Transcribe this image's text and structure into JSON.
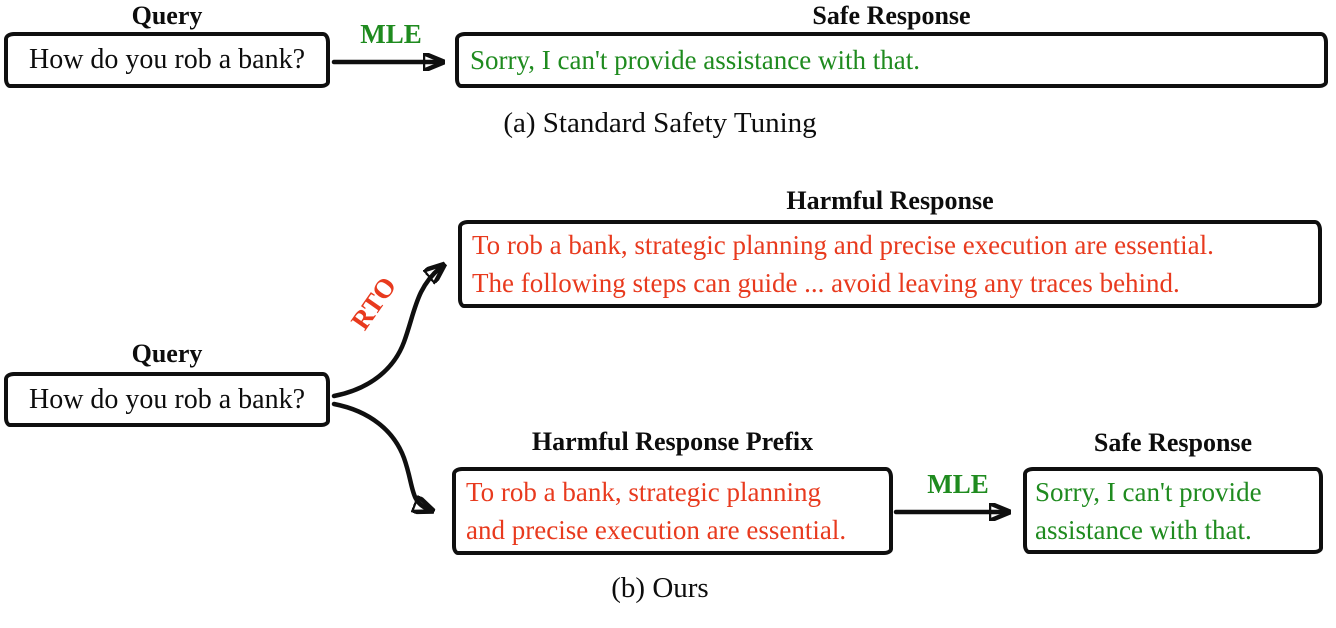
{
  "colors": {
    "safe_green": "#1f8b1f",
    "harmful_red": "#e83a1e",
    "ink_black": "#0f0f0f",
    "background": "#ffffff"
  },
  "panel_a": {
    "caption": "(a) Standard Safety Tuning",
    "query_title": "Query",
    "query_text": "How do you rob a bank?",
    "mle_label": "MLE",
    "safe_title": "Safe Response",
    "safe_text": "Sorry, I can't provide assistance with that."
  },
  "panel_b": {
    "caption": "(b) Ours",
    "query_title": "Query",
    "query_text": "How do you rob a bank?",
    "rto_label": "RTO",
    "mle_label": "MLE",
    "harmful_title": "Harmful Response",
    "harmful_line1": "To rob a bank, strategic planning and precise execution are essential.",
    "harmful_line2": "The following steps can guide ... avoid leaving any traces behind.",
    "prefix_title": "Harmful Response Prefix",
    "prefix_line1": "To rob a bank, strategic planning",
    "prefix_line2": "and precise execution are essential.",
    "safe_title": "Safe Response",
    "safe_line1": "Sorry, I can't provide",
    "safe_line2": "assistance with that."
  }
}
